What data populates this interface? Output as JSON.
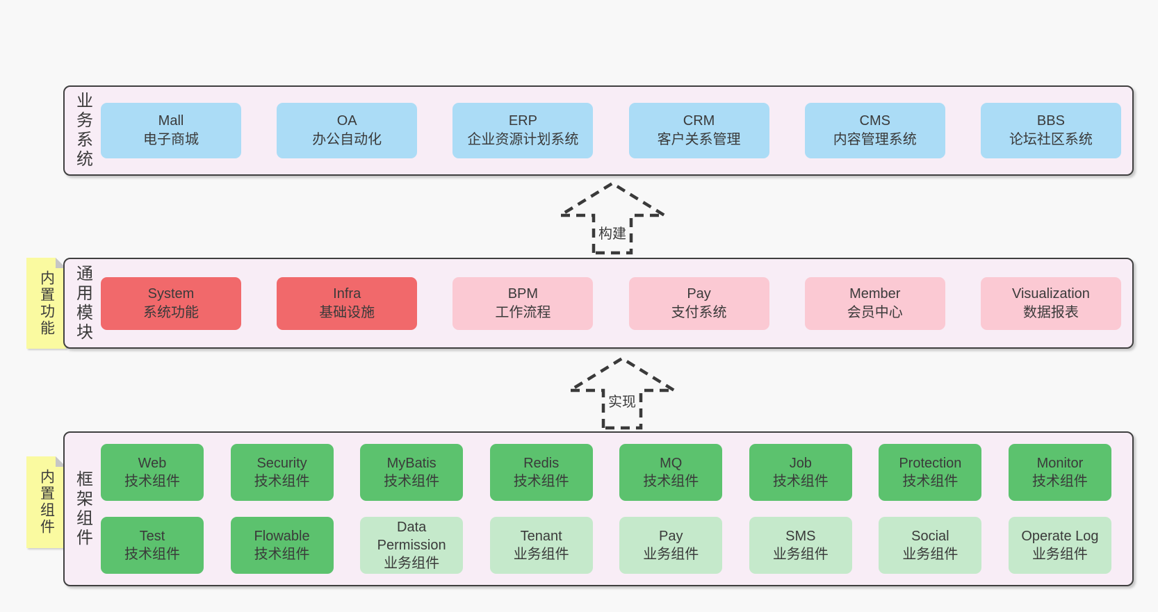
{
  "colors": {
    "page_bg": "#f8f8f8",
    "band_bg": "#f8edf6",
    "band_border": "#3f3f3f",
    "blue": "#abdcf6",
    "red": "#f1696b",
    "pink": "#fbc9d3",
    "green_dark": "#5cc26e",
    "green_light": "#c5e9cb",
    "sticky_yellow": "#fafaa0",
    "text": "#3a3a3a"
  },
  "arrows": [
    {
      "label": "构建"
    },
    {
      "label": "实现"
    }
  ],
  "bands": {
    "business": {
      "label": "业务系统",
      "boxes": [
        {
          "title": "Mall",
          "subtitle": "电子商城"
        },
        {
          "title": "OA",
          "subtitle": "办公自动化"
        },
        {
          "title": "ERP",
          "subtitle": "企业资源计划系统"
        },
        {
          "title": "CRM",
          "subtitle": "客户关系管理"
        },
        {
          "title": "CMS",
          "subtitle": "内容管理系统"
        },
        {
          "title": "BBS",
          "subtitle": "论坛社区系统"
        }
      ]
    },
    "modules": {
      "label": "通用模块",
      "sticky": "内置功能",
      "boxes": [
        {
          "title": "System",
          "subtitle": "系统功能",
          "variant": "red"
        },
        {
          "title": "Infra",
          "subtitle": "基础设施",
          "variant": "red"
        },
        {
          "title": "BPM",
          "subtitle": "工作流程",
          "variant": "pink"
        },
        {
          "title": "Pay",
          "subtitle": "支付系统",
          "variant": "pink"
        },
        {
          "title": "Member",
          "subtitle": "会员中心",
          "variant": "pink"
        },
        {
          "title": "Visualization",
          "subtitle": "数据报表",
          "variant": "pink"
        }
      ]
    },
    "components": {
      "label": "框架组件",
      "sticky": "内置组件",
      "row1": [
        {
          "title": "Web",
          "subtitle": "技术组件",
          "variant": "dark"
        },
        {
          "title": "Security",
          "subtitle": "技术组件",
          "variant": "dark"
        },
        {
          "title": "MyBatis",
          "subtitle": "技术组件",
          "variant": "dark"
        },
        {
          "title": "Redis",
          "subtitle": "技术组件",
          "variant": "dark"
        },
        {
          "title": "MQ",
          "subtitle": "技术组件",
          "variant": "dark"
        },
        {
          "title": "Job",
          "subtitle": "技术组件",
          "variant": "dark"
        },
        {
          "title": "Protection",
          "subtitle": "技术组件",
          "variant": "dark"
        },
        {
          "title": "Monitor",
          "subtitle": "技术组件",
          "variant": "dark"
        }
      ],
      "row2": [
        {
          "title": "Test",
          "subtitle": "技术组件",
          "variant": "dark"
        },
        {
          "title": "Flowable",
          "subtitle": "技术组件",
          "variant": "dark"
        },
        {
          "title": "Data Permission",
          "subtitle": "业务组件",
          "variant": "light"
        },
        {
          "title": "Tenant",
          "subtitle": "业务组件",
          "variant": "light"
        },
        {
          "title": "Pay",
          "subtitle": "业务组件",
          "variant": "light"
        },
        {
          "title": "SMS",
          "subtitle": "业务组件",
          "variant": "light"
        },
        {
          "title": "Social",
          "subtitle": "业务组件",
          "variant": "light"
        },
        {
          "title": "Operate Log",
          "subtitle": "业务组件",
          "variant": "light"
        }
      ]
    }
  }
}
